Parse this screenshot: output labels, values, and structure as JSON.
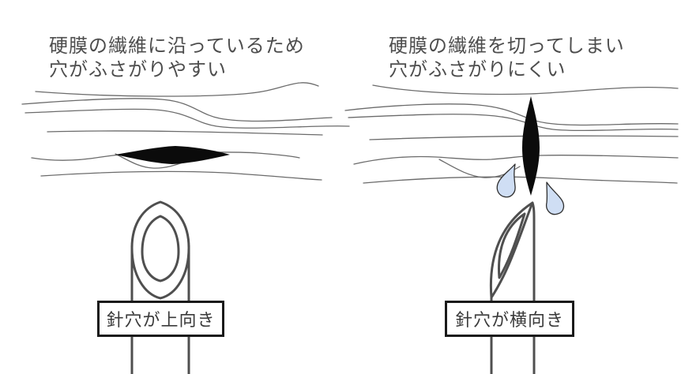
{
  "diagram": {
    "left_panel": {
      "caption": [
        "硬膜の繊維に沿っているため",
        "穴がふさがりやすい"
      ],
      "label": "針穴が上向き"
    },
    "right_panel": {
      "caption": [
        "硬膜の繊維を切ってしまい",
        "穴がふさがりにくい"
      ],
      "label": "針穴が横向き"
    },
    "colors": {
      "background": "#ffffff",
      "caption_text": "#4d4d4d",
      "label_text": "#3a3a3a",
      "label_border": "#1a1a1a",
      "fiber_line": "#6b6b6b",
      "needle_outline": "#4f4f4f",
      "puncture_hole": "#0b0b0b",
      "fluid_drop_fill": "#cfdef4",
      "fluid_drop_outline": "#2f2f2f"
    }
  }
}
